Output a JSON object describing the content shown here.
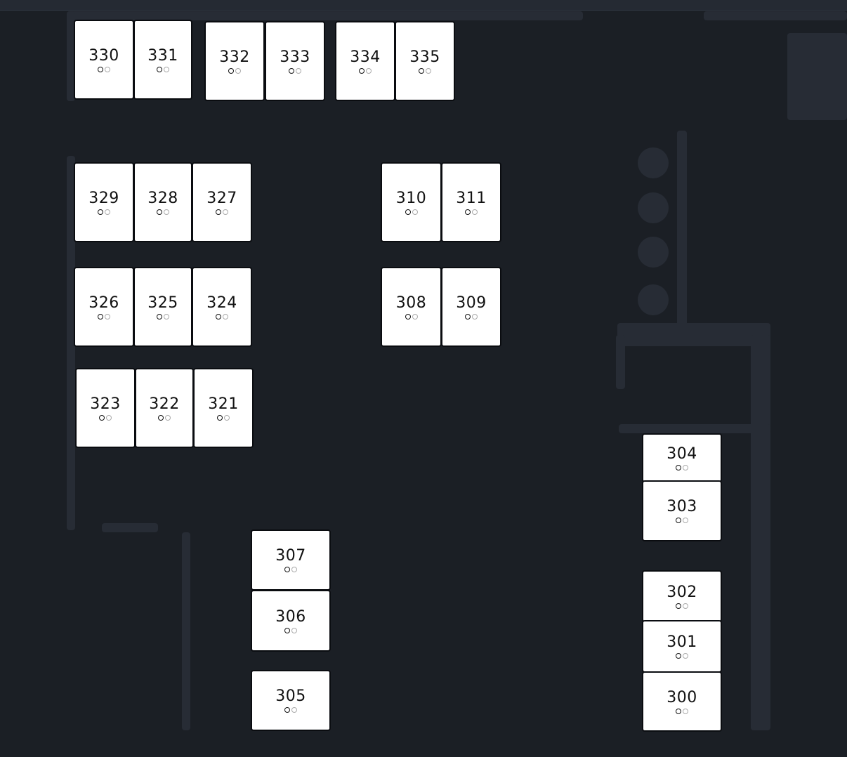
{
  "colors": {
    "background": "#1b1f25",
    "wall": "#272c35",
    "room_fill": "#ffffff",
    "room_border": "#0a0c10"
  },
  "room_status_icons": [
    "occupied-status-dot",
    "vacant-status-dot"
  ],
  "rooms": [
    "330",
    "331",
    "332",
    "333",
    "334",
    "335",
    "329",
    "328",
    "327",
    "310",
    "311",
    "326",
    "325",
    "324",
    "308",
    "309",
    "323",
    "322",
    "321",
    "304",
    "303",
    "307",
    "306",
    "302",
    "301",
    "300",
    "305"
  ]
}
